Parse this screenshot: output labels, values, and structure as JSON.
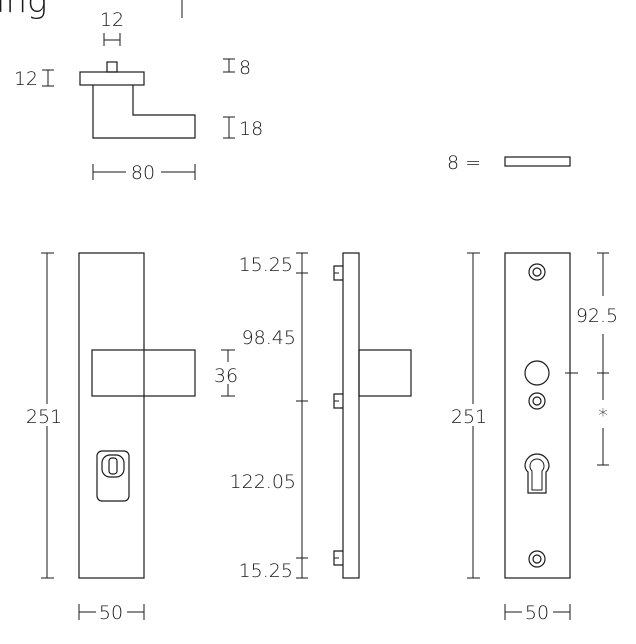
{
  "title_fragment": "ing",
  "handle": {
    "dim_top_width": "12",
    "dim_rose_height": "12",
    "dim_lever_thickness": "8",
    "dim_grip_height": "18",
    "dim_projection": "80"
  },
  "rose_thickness": {
    "label": "8 ="
  },
  "plate_front": {
    "dim_height": "251",
    "dim_lever_height": "36",
    "dim_width": "50"
  },
  "plate_side": {
    "dim_top": "15.25",
    "dim_upper": "98.45",
    "dim_lower": "122.05",
    "dim_bottom": "15.25"
  },
  "plate_back": {
    "dim_height": "251",
    "dim_spindle": "92.5",
    "dim_cylinder": "*",
    "dim_width": "50"
  }
}
